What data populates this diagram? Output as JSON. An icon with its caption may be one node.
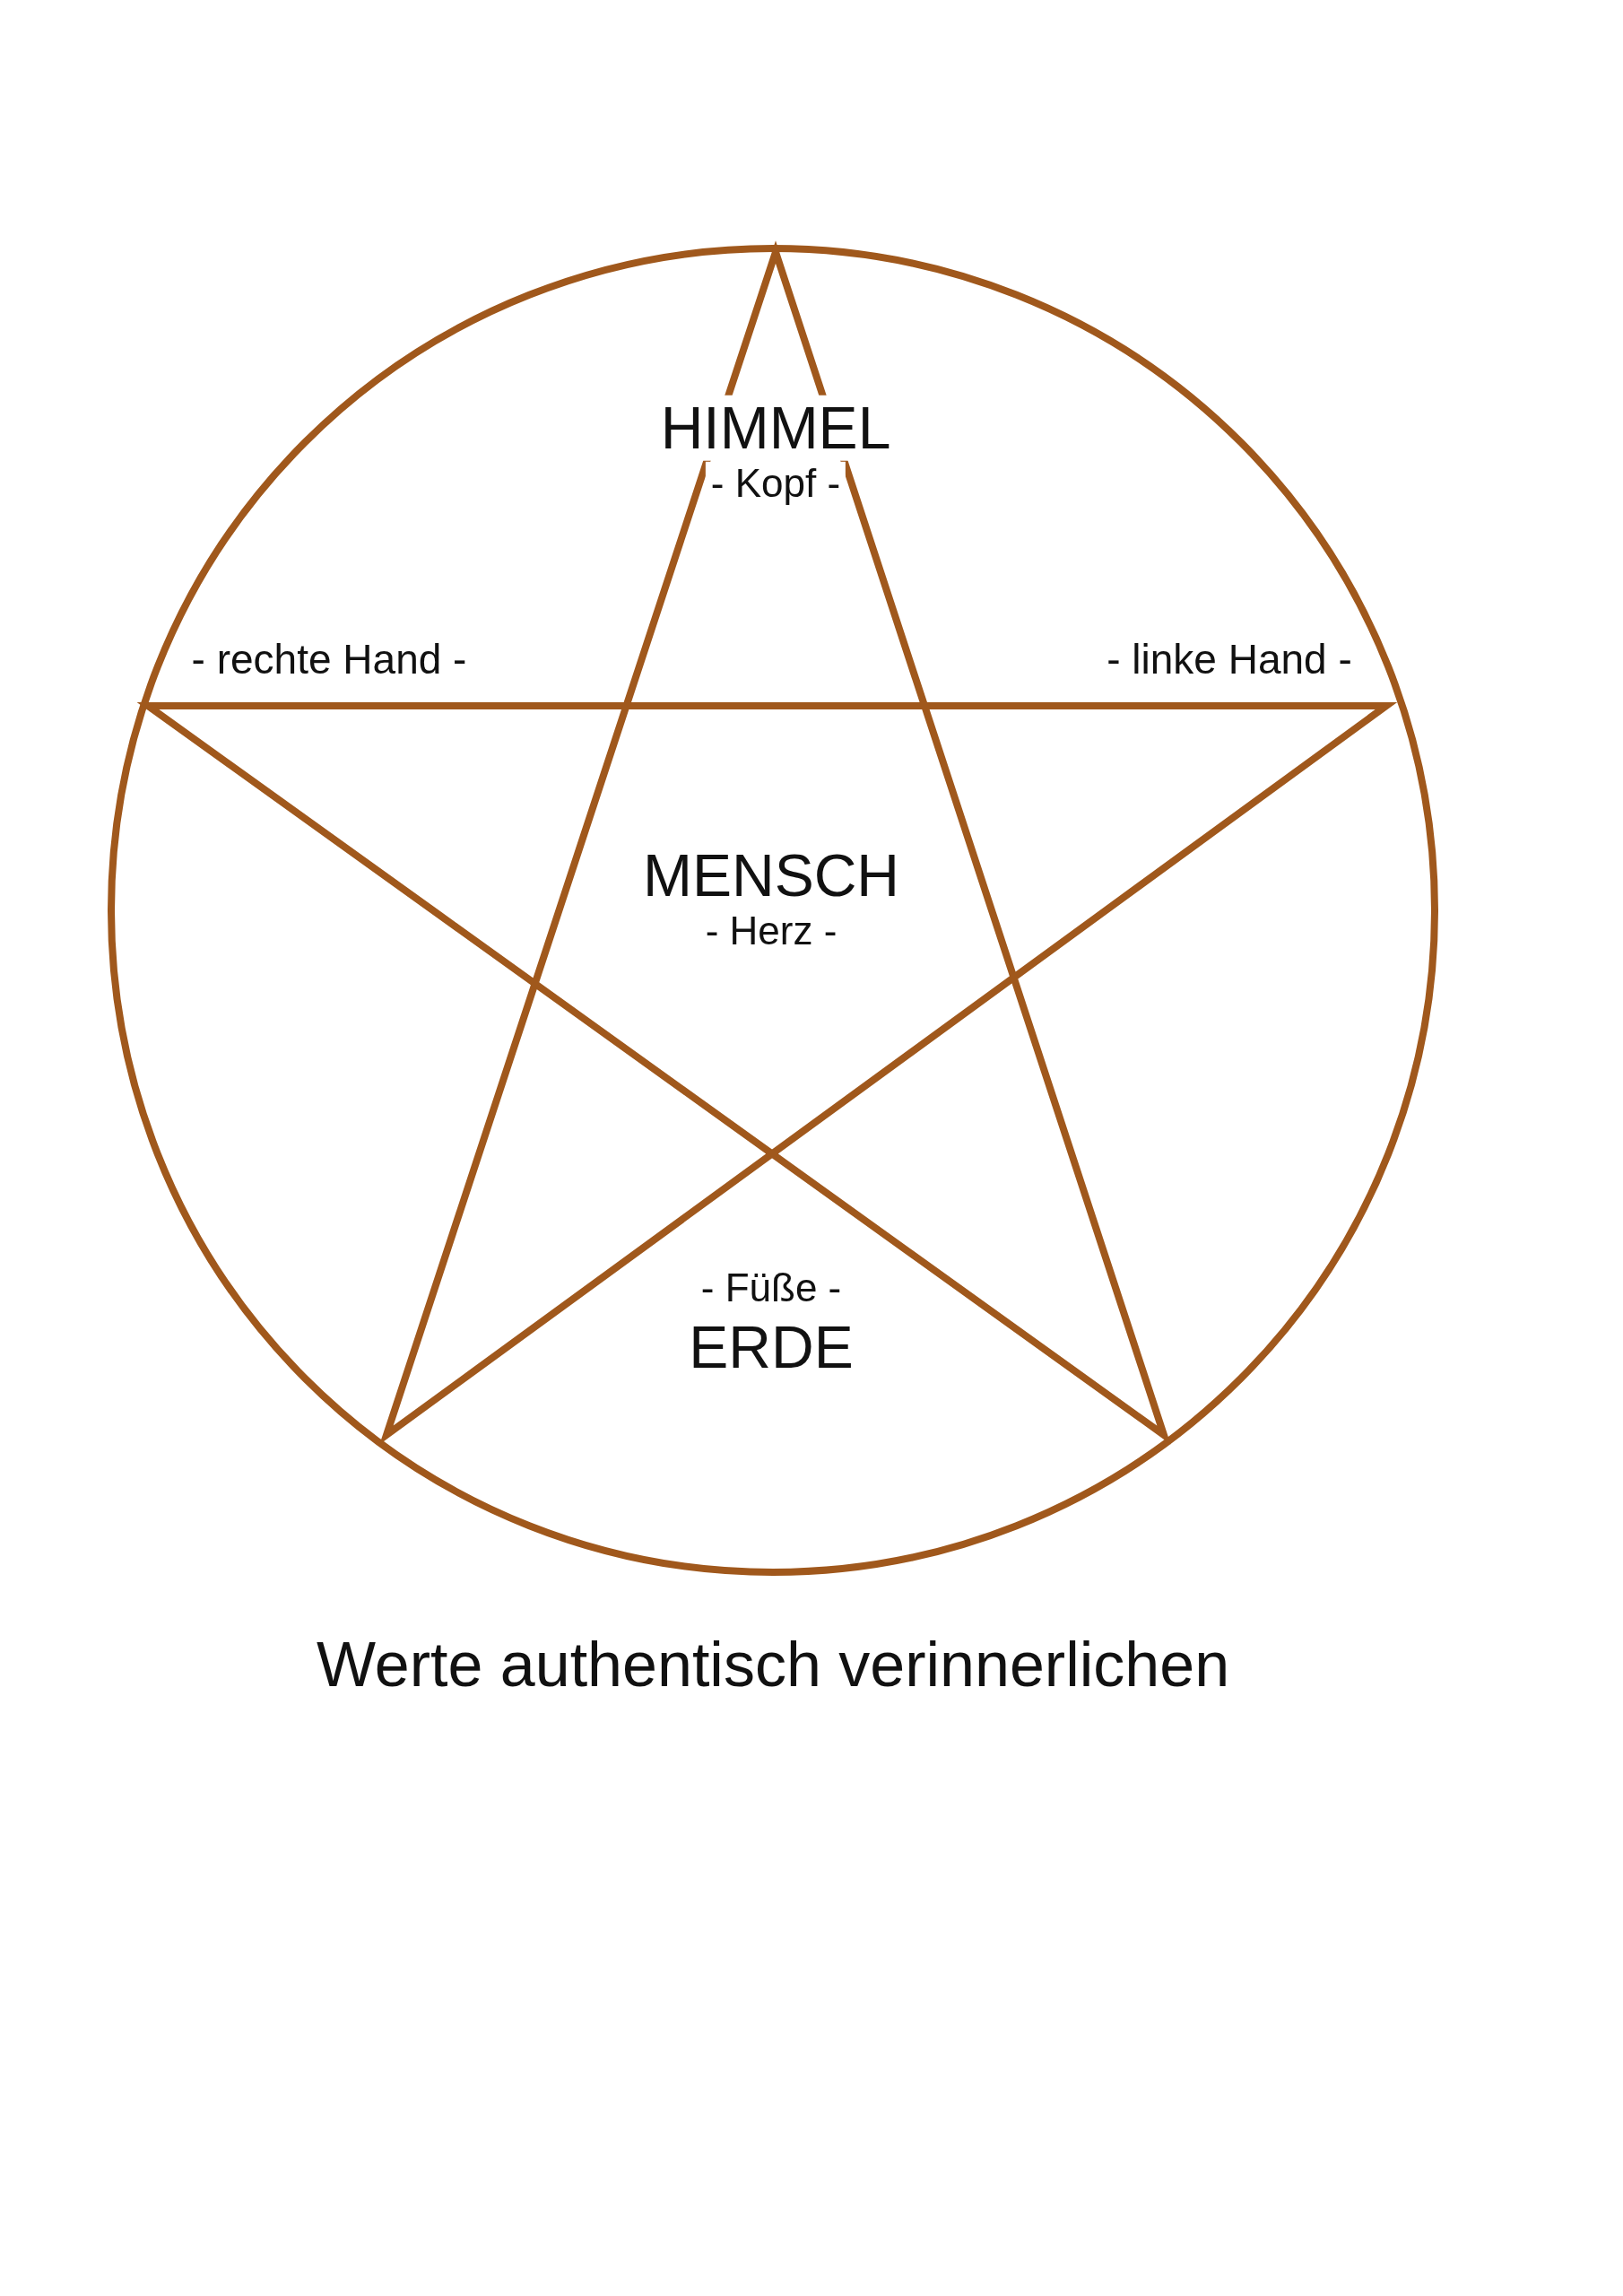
{
  "diagram": {
    "caption": "Werte authentisch verinnerlichen",
    "labels": [
      "HIMMEL",
      "- Kopf -",
      "- rechte Hand -",
      "- linke Hand -",
      "MENSCH",
      "- Herz -",
      "- Füße -",
      "ERDE"
    ]
  }
}
